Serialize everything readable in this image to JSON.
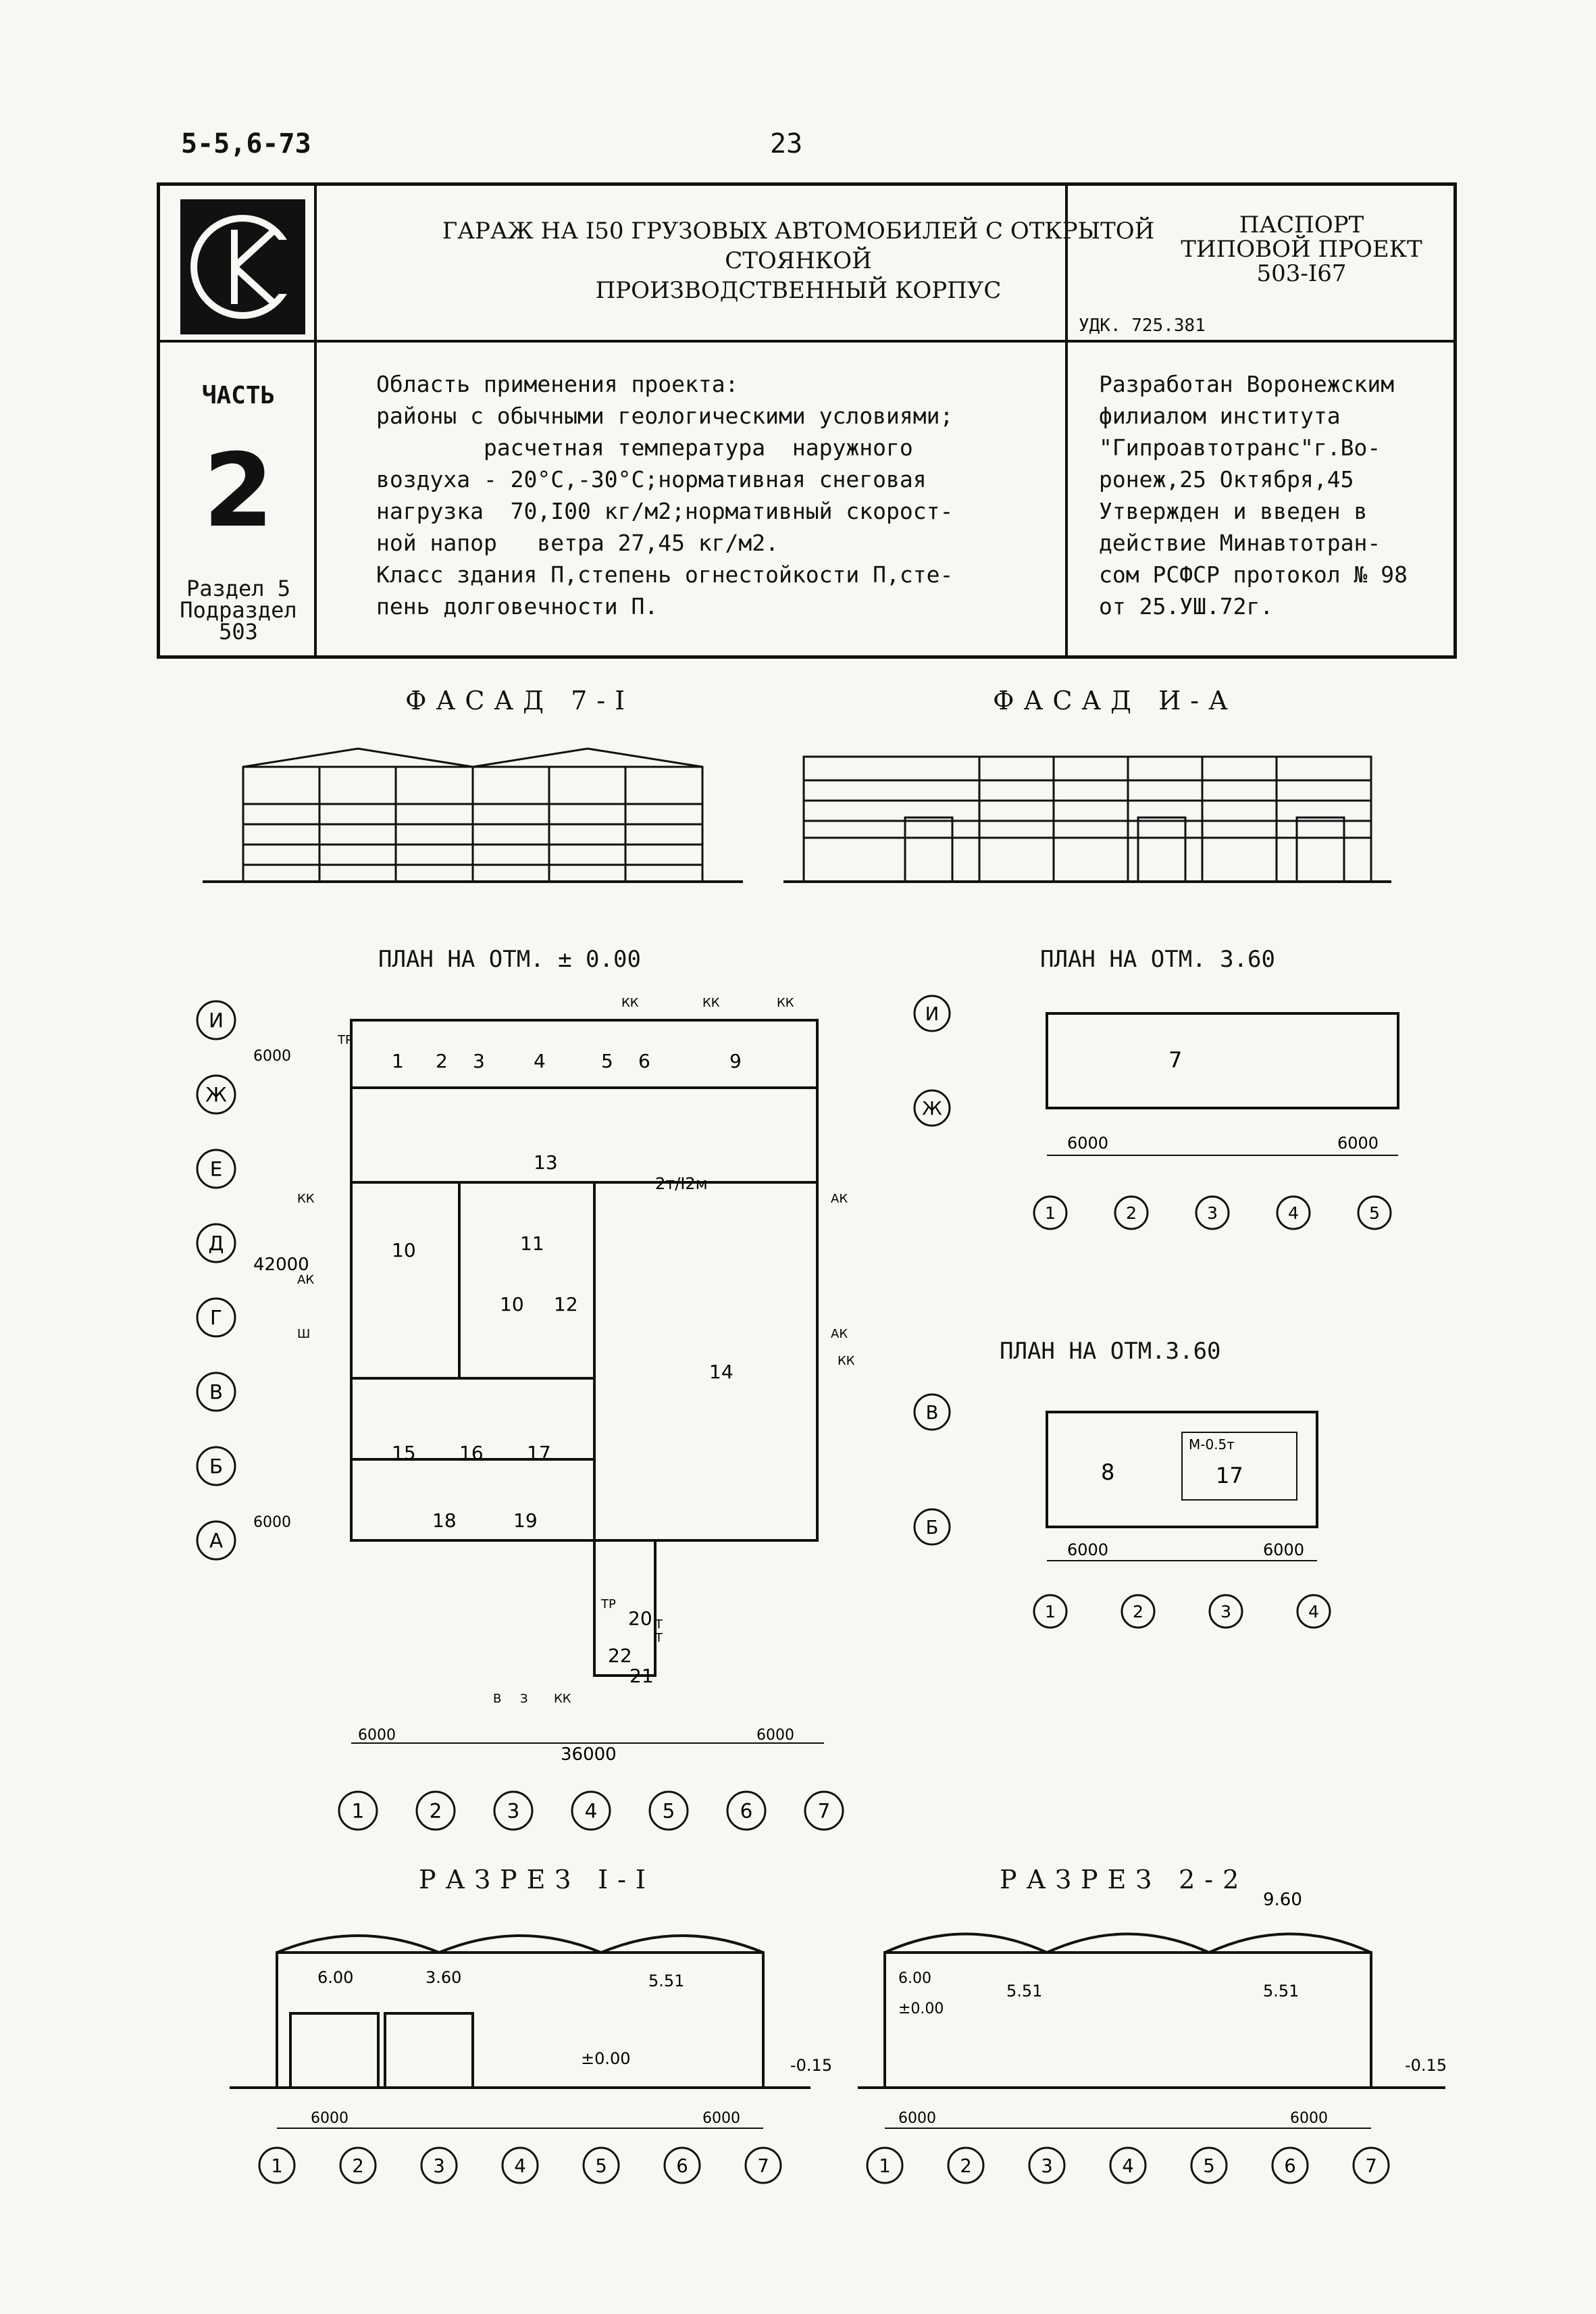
{
  "header": {
    "code": "5-5,6-73",
    "page_number": "23"
  },
  "passport": {
    "title_line1": "ГАРАЖ НА I50 ГРУЗОВЫХ АВТОМОБИЛЕЙ С ОТКРЫТОЙ",
    "title_line2": "СТОЯНКОЙ",
    "title_line3": "ПРОИЗВОДСТВЕННЫЙ КОРПУС",
    "passport_label": "ПАСПОРТ",
    "project_label": "ТИПОВОЙ ПРОЕКТ",
    "project_number": "503-I67",
    "udk": "УДК. 725.381",
    "part_label": "ЧАСТЬ",
    "part_number": "2",
    "section_label": "Раздел 5",
    "subsection_label": "Подраздел",
    "subsection_number": "503",
    "scope_text": "Область применения проекта:\nрайоны с обычными геологическими условиями;\n        расчетная температура  наружного\nвоздуха - 20°С,-30°С;нормативная снеговая\nнагрузка  70,I00 кг/м2;нормативный скорост-\nной напор   ветра 27,45 кг/м2.\nКласс здания П,степень огнестойкости П,сте-\nпень долговечности П.",
    "developer_text": "Разработан Воронежским\nфилиалом института\n\"Гипроавтотранс\"г.Во-\nронеж,25 Октября,45\nУтвержден и введен в\nдействие Минавтотран-\nсом РСФСР протокол № 98\nот 25.УШ.72г."
  },
  "drawings": {
    "facade_left_title": "ФАСАД 7-I",
    "facade_right_title": "ФАСАД И-А",
    "plan_main_title": "ПЛАН НА ОТМ. ± 0.00",
    "plan_upper_title": "ПЛАН НА ОТМ. 3.60",
    "plan_lower_title": "ПЛАН НА ОТМ.3.60",
    "section1_title": "РАЗРЕЗ I-I",
    "section2_title": "РАЗРЕЗ 2-2",
    "row_axes": [
      "И",
      "Ж",
      "Е",
      "Д",
      "Г",
      "В",
      "Б",
      "А"
    ],
    "col_axes": [
      "1",
      "2",
      "3",
      "4",
      "5",
      "6",
      "7"
    ],
    "dim_6000": "6000",
    "dim_repeat": "\"",
    "dim_36000": "36000",
    "dim_42000": "42000",
    "crane": "2т/I2м",
    "room_numbers": [
      "1",
      "2",
      "3",
      "4",
      "5",
      "6",
      "9",
      "13",
      "10",
      "11",
      "10",
      "12",
      "14",
      "15",
      "16",
      "17",
      "18",
      "19",
      "20",
      "21",
      "22"
    ],
    "upper_room": "7",
    "lower_rooms": [
      "8",
      "17"
    ],
    "lower_note": "М-0.5т",
    "marks_main": [
      "ТР",
      "КК",
      "КК",
      "КК",
      "АК",
      "АК",
      "АК",
      "КК",
      "КК",
      "Ш",
      "ТР",
      "Т",
      "Т",
      "В",
      "З",
      "КК"
    ],
    "section_marks": {
      "s1": [
        "6.00",
        "3.60",
        "5.51",
        "±0.00",
        "-0.15"
      ],
      "s2": [
        "9.60",
        "6.00",
        "±0.00",
        "5.51",
        "5.51",
        "-0.15"
      ]
    }
  }
}
